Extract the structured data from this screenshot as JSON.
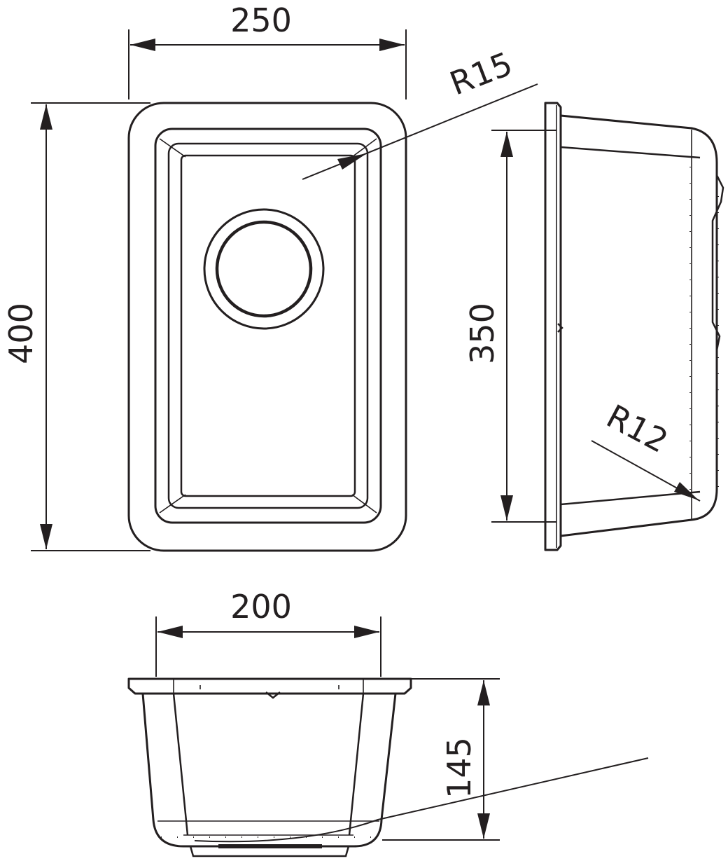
{
  "drawing": {
    "dimensions": {
      "top_width": "250",
      "top_height": "400",
      "corner_radius_top": "R15",
      "side_height": "350",
      "corner_radius_side": "R12",
      "front_width": "200",
      "front_depth": "145"
    },
    "colors": {
      "line": "#231f20",
      "background": "#ffffff"
    }
  }
}
